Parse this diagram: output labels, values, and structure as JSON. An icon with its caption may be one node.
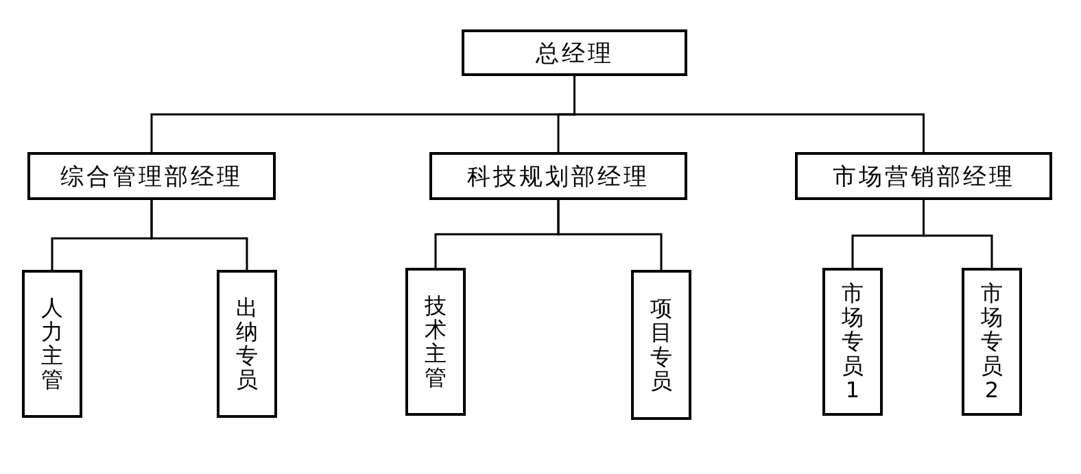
{
  "diagram": {
    "nodes": [
      {
        "text": [
          "总经理"
        ]
      },
      {
        "text": [
          "综合管理部经理"
        ]
      },
      {
        "text": [
          "科技规划部经理"
        ]
      },
      {
        "text": [
          "市场营销部经理"
        ]
      },
      {
        "text": [
          "人力主管"
        ]
      },
      {
        "text": [
          "出纳专员"
        ]
      },
      {
        "text": [
          "技术主管"
        ]
      },
      {
        "text": [
          "项目专员"
        ]
      },
      {
        "text": [
          "市场专员1"
        ]
      },
      {
        "text": [
          "市场专员2"
        ]
      }
    ],
    "edges": [
      {
        "from": 0,
        "to": 1,
        "arrow": "none"
      },
      {
        "from": 0,
        "to": 2,
        "arrow": "none"
      },
      {
        "from": 0,
        "to": 3,
        "arrow": "none"
      },
      {
        "from": 1,
        "to": 4,
        "arrow": "none"
      },
      {
        "from": 1,
        "to": 5,
        "arrow": "none"
      },
      {
        "from": 2,
        "to": 6,
        "arrow": "none"
      },
      {
        "from": 2,
        "to": 7,
        "arrow": "none"
      },
      {
        "from": 3,
        "to": 8,
        "arrow": "none"
      },
      {
        "from": 3,
        "to": 9,
        "arrow": "none"
      }
    ]
  }
}
